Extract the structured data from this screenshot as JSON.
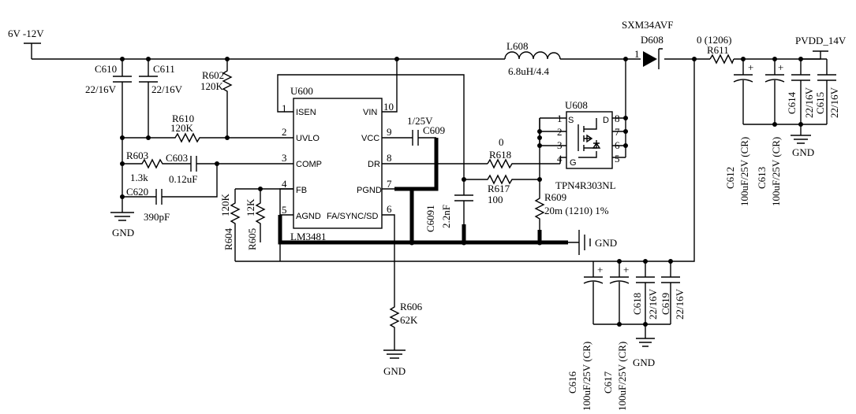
{
  "supply": {
    "input": "6V -12V",
    "output": "PVDD_14V"
  },
  "ic": {
    "ref": "U600",
    "part": "LM3481",
    "pins_left": [
      {
        "num": "1",
        "name": "ISEN"
      },
      {
        "num": "2",
        "name": "UVLO"
      },
      {
        "num": "3",
        "name": "COMP"
      },
      {
        "num": "4",
        "name": "FB"
      },
      {
        "num": "5",
        "name": "AGND"
      }
    ],
    "pins_right": [
      {
        "num": "10",
        "name": "VIN"
      },
      {
        "num": "9",
        "name": "VCC"
      },
      {
        "num": "8",
        "name": "DR"
      },
      {
        "num": "7",
        "name": "PGND"
      },
      {
        "num": "6",
        "name": "FA/SYNC/SD"
      }
    ]
  },
  "mosfet": {
    "ref": "U608",
    "part": "TPN4R303NL",
    "pins": {
      "S": "S",
      "D": "D",
      "G": "G"
    },
    "pin_numbers": [
      "1",
      "2",
      "3",
      "4",
      "5",
      "6",
      "7",
      "8"
    ]
  },
  "diode": {
    "ref": "D608",
    "part": "SXM34AVF",
    "pin": "1"
  },
  "inductor": {
    "ref": "L608",
    "value": "6.8uH/4.4"
  },
  "resistors": {
    "R602": {
      "ref": "R602",
      "value": "120K"
    },
    "R610": {
      "ref": "R610",
      "value": "120K"
    },
    "R603": {
      "ref": "R603",
      "value": "1.3k"
    },
    "R604": {
      "ref": "R604",
      "value": "120K"
    },
    "R605": {
      "ref": "R605",
      "value": "12K"
    },
    "R606": {
      "ref": "R606",
      "value": "62K"
    },
    "R618": {
      "ref": "R618",
      "value": "0"
    },
    "R617": {
      "ref": "R617",
      "value": "100"
    },
    "R609": {
      "ref": "R609",
      "value": "20m (1210) 1%"
    },
    "R611": {
      "ref": "R611",
      "value": "0 (1206)"
    }
  },
  "capacitors": {
    "C610": {
      "ref": "C610",
      "value": "22/16V"
    },
    "C611": {
      "ref": "C611",
      "value": "22/16V"
    },
    "C603": {
      "ref": "C603",
      "value": "0.12uF"
    },
    "C620": {
      "ref": "C620",
      "value": "390pF"
    },
    "C609": {
      "ref": "C609",
      "value": "1/25V"
    },
    "C6091": {
      "ref": "C6091",
      "value": "2.2nF"
    },
    "C612": {
      "ref": "C612",
      "value": "100uF/25V (CR)"
    },
    "C613": {
      "ref": "C613",
      "value": "100uF/25V (CR)"
    },
    "C614": {
      "ref": "C614",
      "value": "22/16V"
    },
    "C615": {
      "ref": "C615",
      "value": "22/16V"
    },
    "C616": {
      "ref": "C616",
      "value": "100uF/25V (CR)"
    },
    "C617": {
      "ref": "C617",
      "value": "100uF/25V (CR)"
    },
    "C618": {
      "ref": "C618",
      "value": "22/16V"
    },
    "C619": {
      "ref": "C619",
      "value": "22/16V"
    }
  },
  "gnd_label": "GND",
  "plus_sign": "+"
}
